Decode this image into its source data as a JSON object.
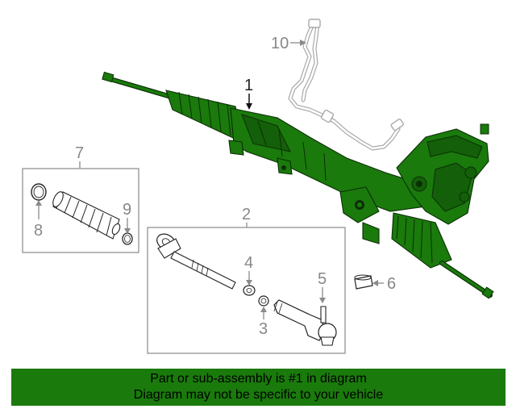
{
  "callouts": {
    "c1": "1",
    "c2": "2",
    "c3": "3",
    "c4": "4",
    "c5": "5",
    "c6": "6",
    "c7": "7",
    "c8": "8",
    "c9": "9",
    "c10": "10"
  },
  "banner": {
    "line1": "Part or sub-assembly is #1 in diagram",
    "line2": "Diagram may not be specific to your vehicle"
  },
  "colors": {
    "highlight": "#1a7a0c",
    "banner": "#1a7a0c",
    "callout_text": "#888888"
  }
}
